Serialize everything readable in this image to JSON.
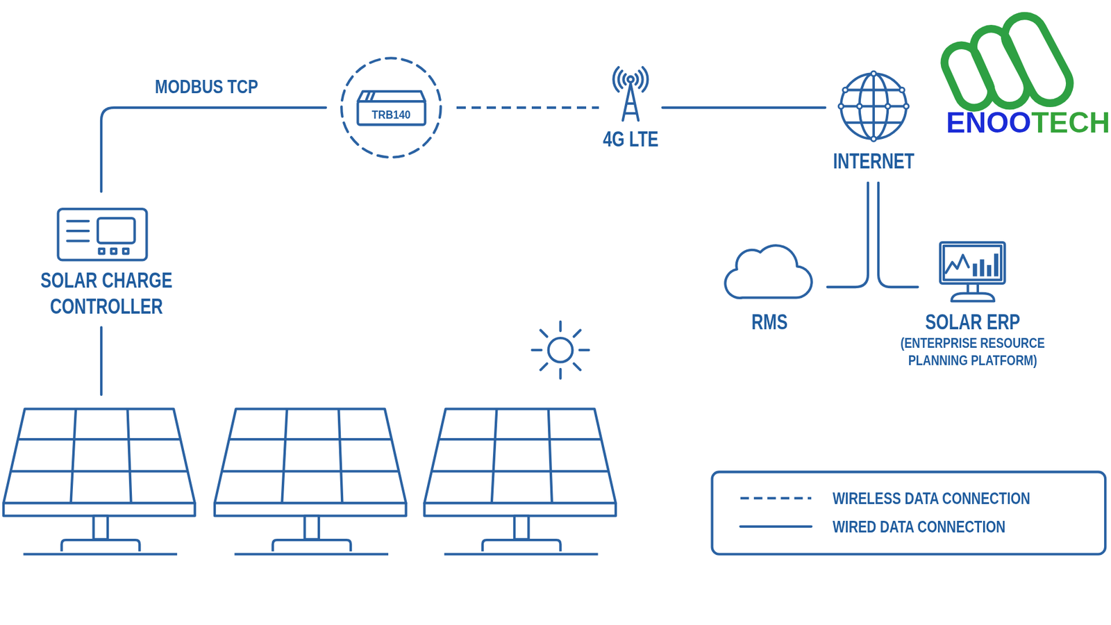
{
  "diagram": {
    "nodes": [
      {
        "text": [
          "TRB140"
        ]
      },
      {
        "text": [
          "4G LTE"
        ]
      },
      {
        "text": [
          "INTERNET"
        ]
      },
      {
        "text": [
          "SOLAR CHARGE CONTROLLER"
        ]
      },
      {
        "text": [
          "RMS"
        ]
      },
      {
        "text": [
          "SOLAR ERP",
          "(ENTERPRISE RESOURCE PLANNING PLATFORM)"
        ]
      }
    ],
    "edges": [
      {
        "from": 3,
        "to": 0,
        "label": "MODBUS TCP",
        "arrow": "none"
      },
      {
        "from": 0,
        "to": 1,
        "arrow": "none"
      },
      {
        "from": 1,
        "to": 2,
        "arrow": "none"
      },
      {
        "from": 2,
        "to": 4,
        "arrow": "none"
      },
      {
        "from": 2,
        "to": 5,
        "arrow": "none"
      }
    ],
    "labels": [
      "ENOOTECH"
    ],
    "legend": [
      {
        "text": "WIRELESS DATA CONNECTION"
      },
      {
        "text": "WIRED DATA CONNECTION"
      }
    ]
  }
}
